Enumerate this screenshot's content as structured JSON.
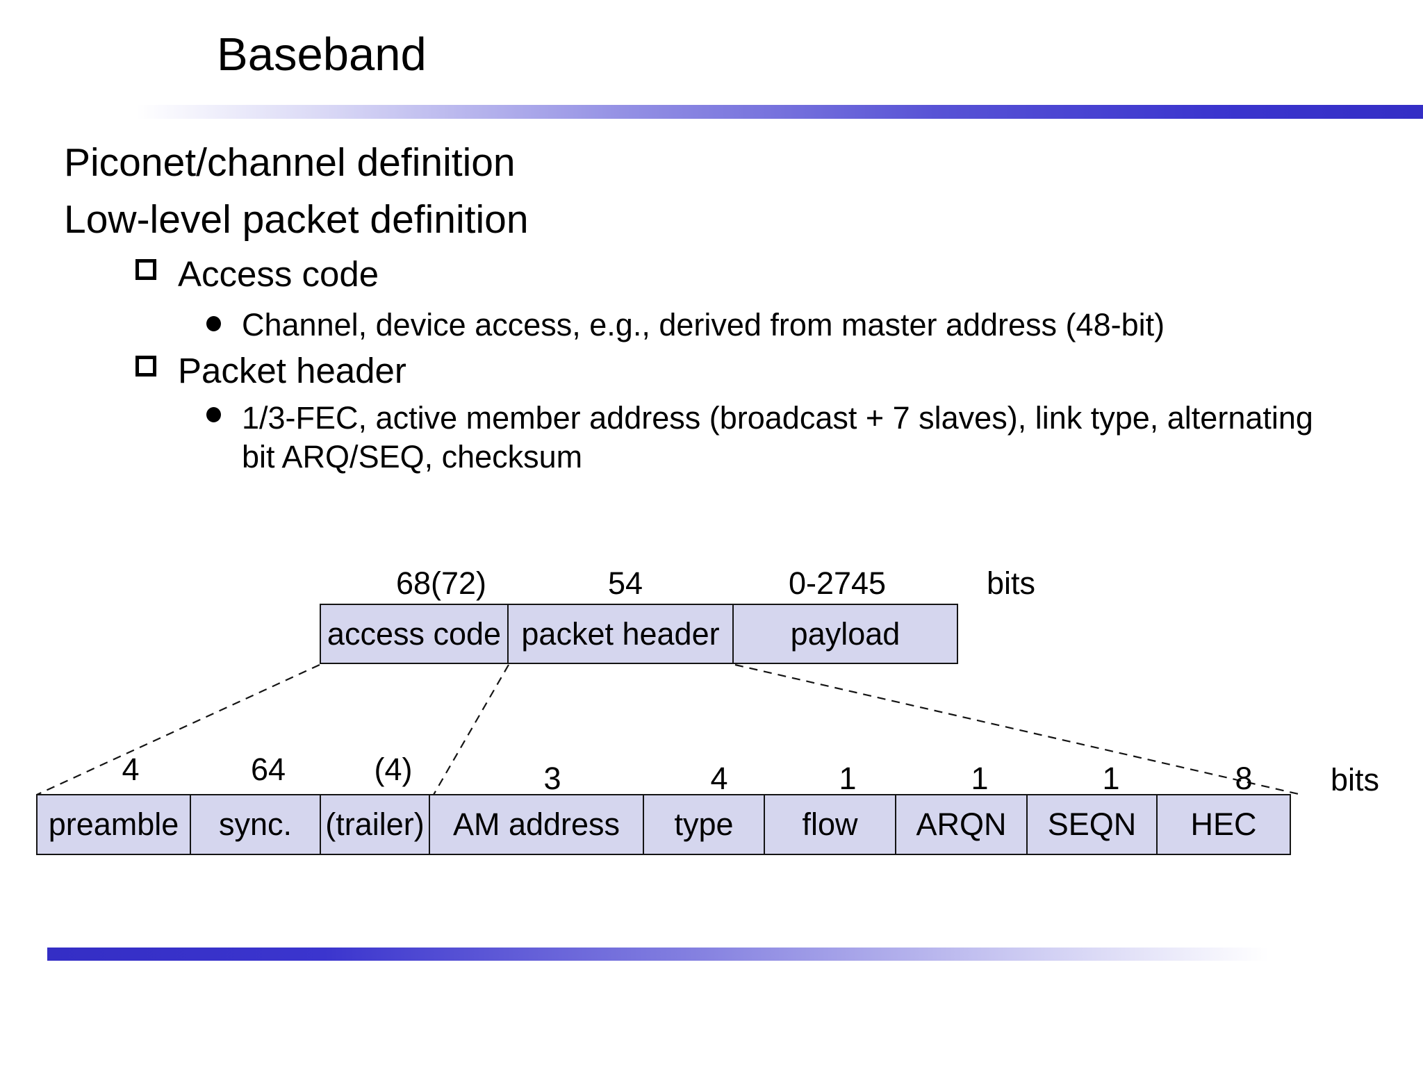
{
  "title": "Baseband",
  "outline": [
    {
      "level": 0,
      "text": "Piconet/channel definition"
    },
    {
      "level": 0,
      "text": "Low-level packet definition"
    },
    {
      "level": 1,
      "text": "Access code"
    },
    {
      "level": 2,
      "text": "Channel, device access, e.g., derived from master address (48-bit)"
    },
    {
      "level": 1,
      "text": "Packet header"
    },
    {
      "level": 2,
      "text": "1/3-FEC, active member address (broadcast + 7 slaves), link type, alternating bit ARQ/SEQ, checksum"
    }
  ],
  "diagram": {
    "top_row": {
      "unit_label": "bits",
      "fields": [
        {
          "label": "access code",
          "bits": "68(72)"
        },
        {
          "label": "packet header",
          "bits": "54"
        },
        {
          "label": "payload",
          "bits": "0-2745"
        }
      ]
    },
    "bottom_row": {
      "unit_label": "bits",
      "fields": [
        {
          "label": "preamble",
          "bits": "4"
        },
        {
          "label": "sync.",
          "bits": "64"
        },
        {
          "label": "(trailer)",
          "bits": "(4)"
        },
        {
          "label": "AM address",
          "bits": "3"
        },
        {
          "label": "type",
          "bits": "4"
        },
        {
          "label": "flow",
          "bits": "1"
        },
        {
          "label": "ARQN",
          "bits": "1"
        },
        {
          "label": "SEQN",
          "bits": "1"
        },
        {
          "label": "HEC",
          "bits": "8"
        }
      ]
    },
    "colors": {
      "box_fill": "#d5d6ee",
      "box_border": "#141414",
      "accent_blue": "#3b35ce"
    }
  }
}
